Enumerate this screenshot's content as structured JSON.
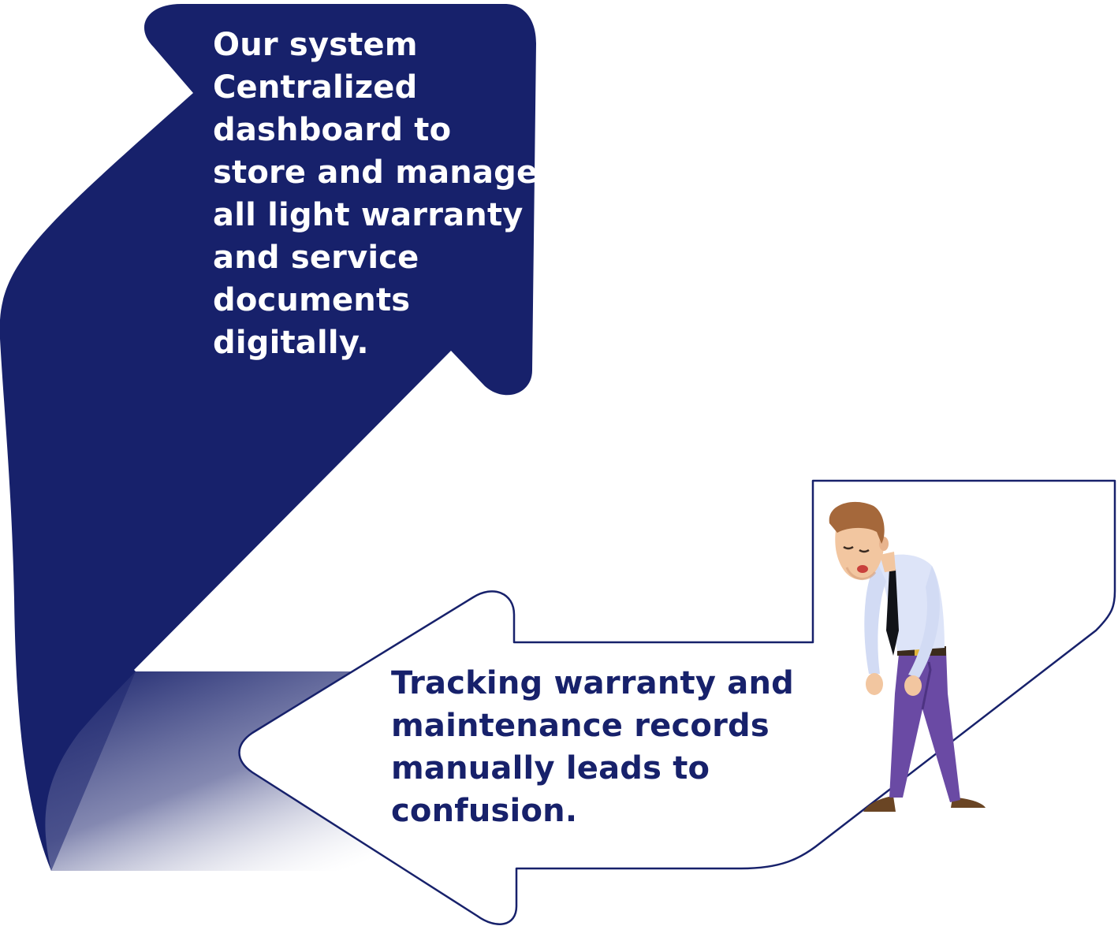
{
  "colors": {
    "navy": "#17216b",
    "white": "#ffffff"
  },
  "solution": {
    "text": "Our system\nCentralized\ndashboard to\nstore and manage\nall light warranty\nand service\ndocuments\ndigitally."
  },
  "problem": {
    "text": "Tracking warranty and\nmaintenance records\nmanually leads to\nconfusion."
  },
  "illustration": {
    "icon": "stressed-businessman-illustration"
  }
}
